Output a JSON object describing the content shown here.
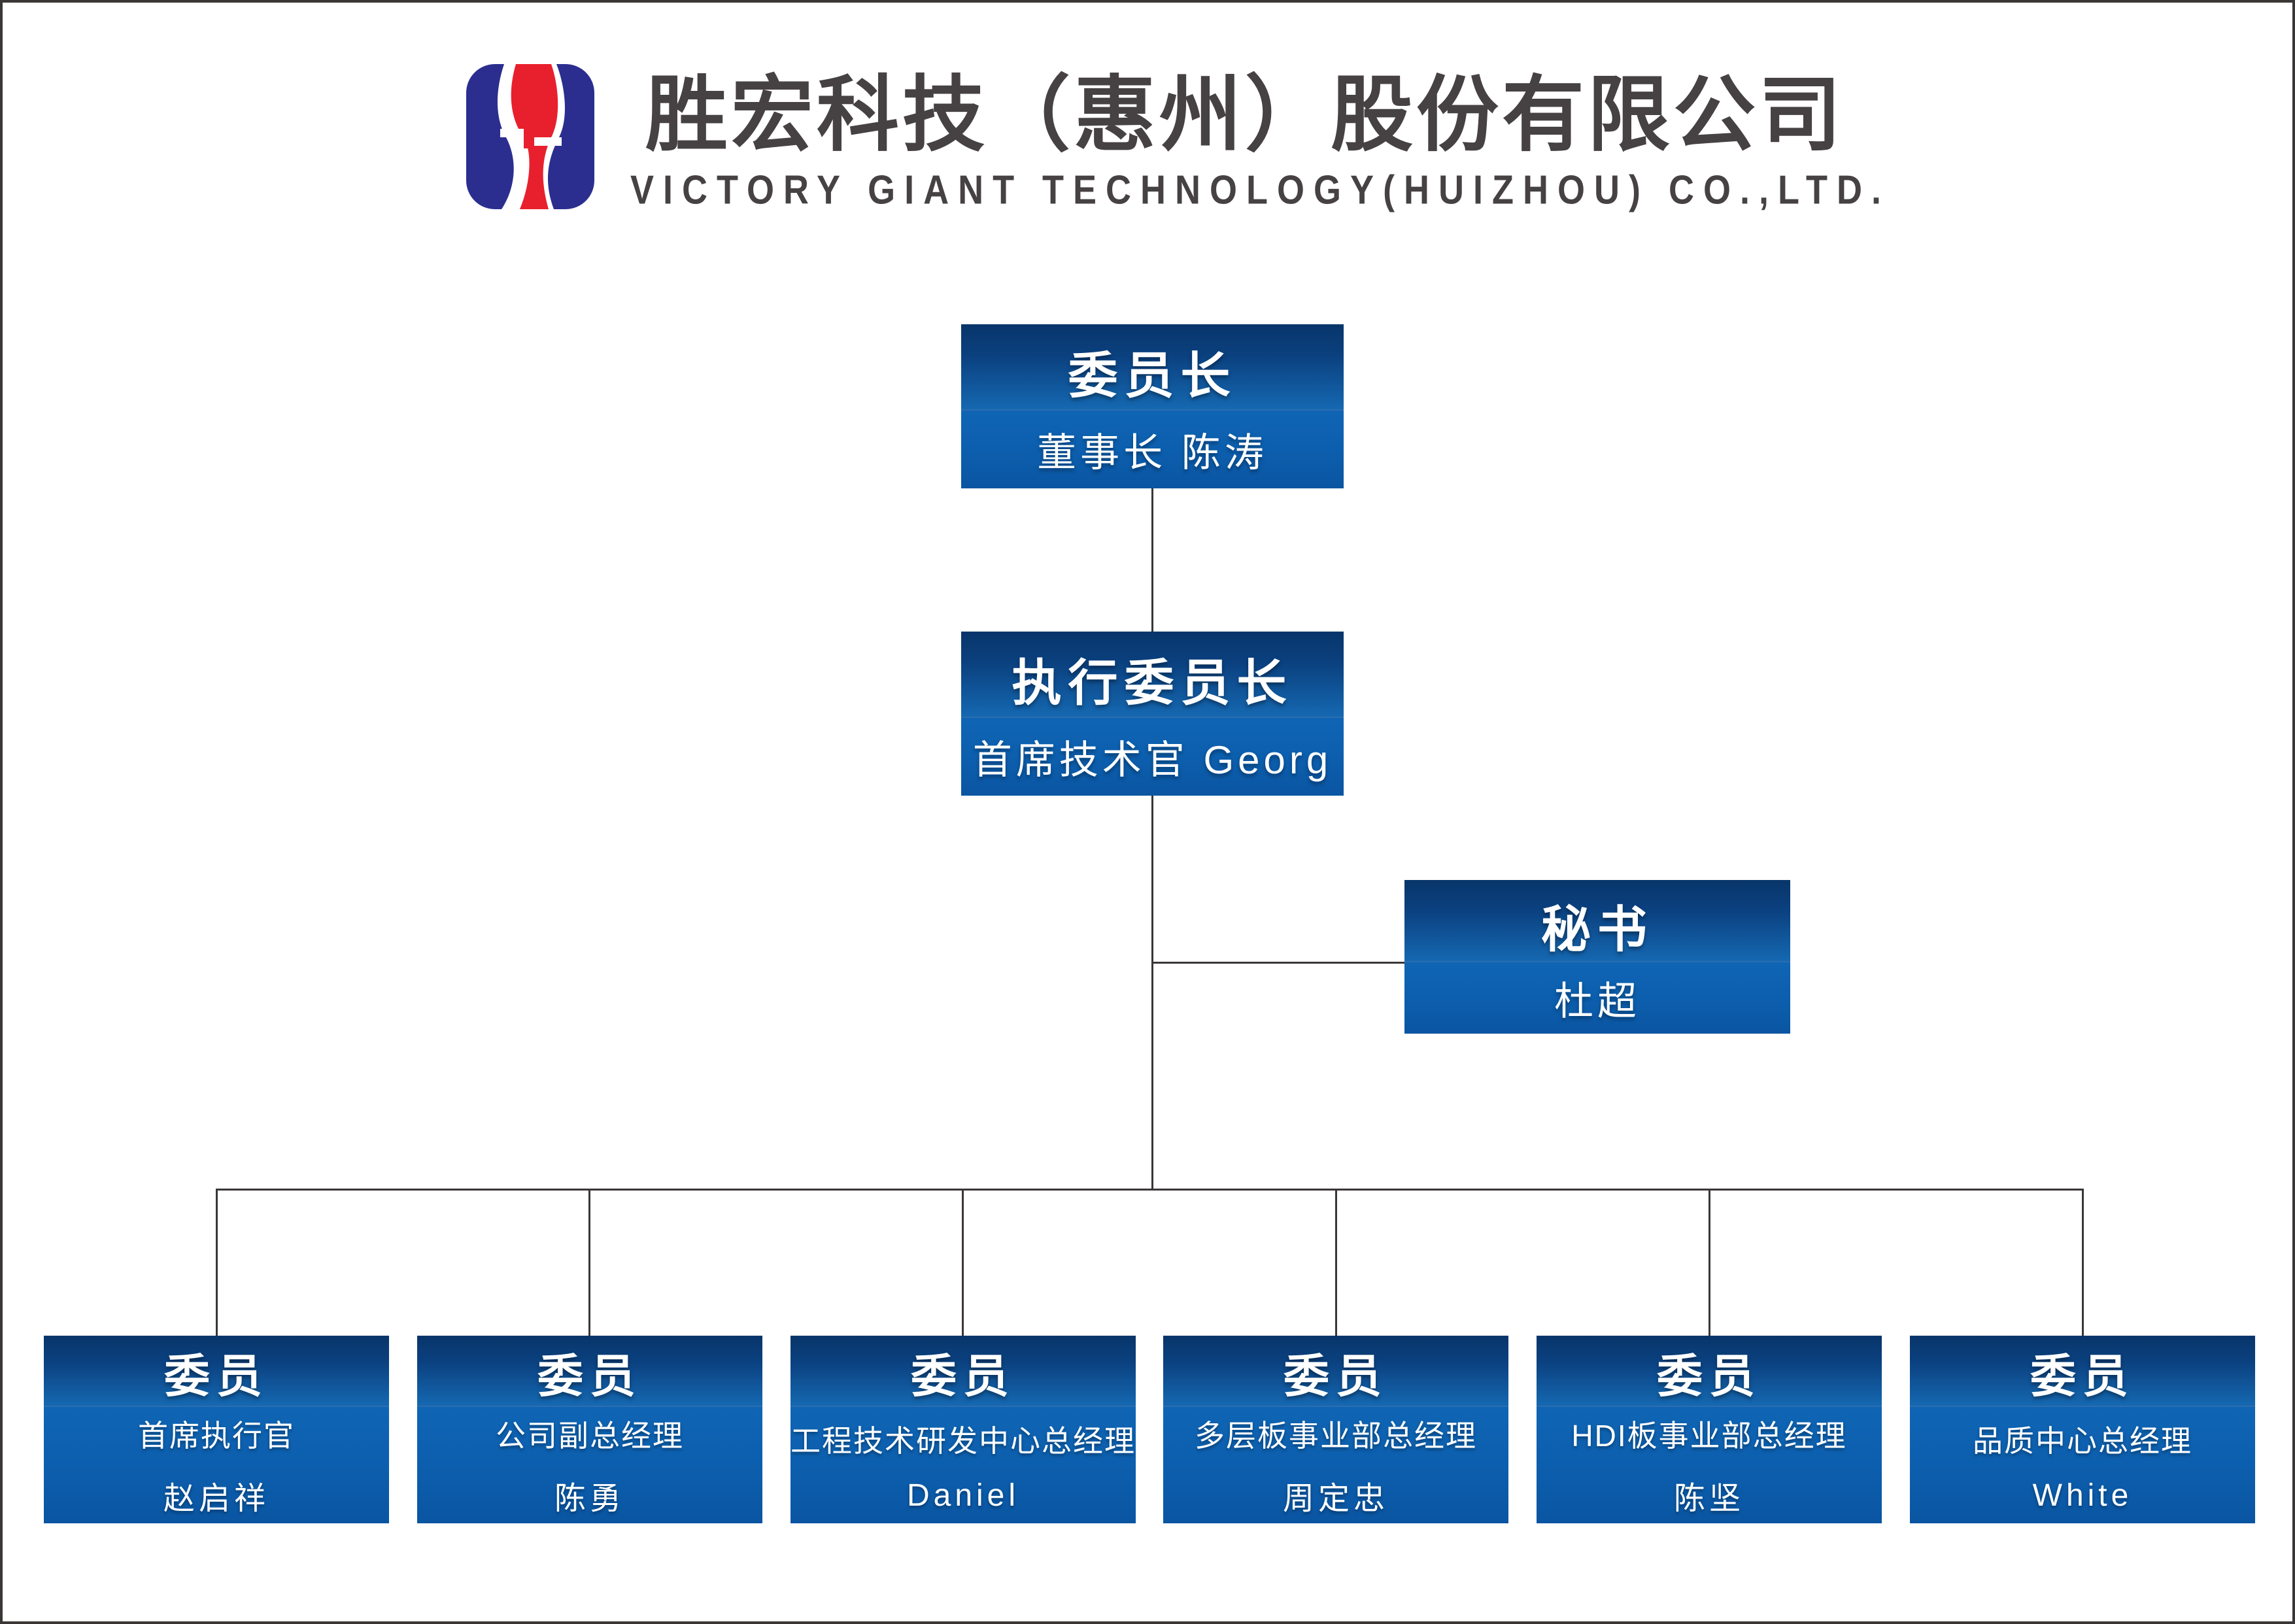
{
  "header": {
    "company_name_zh": "胜宏科技（惠州）股份有限公司",
    "company_name_en": "VICTORY GIANT TECHNOLOGY(HUIZHOU) CO.,LTD.",
    "logo": {
      "icon": "victory-giant-s-logo",
      "blue": "#2b2e8f",
      "red": "#e8202d"
    }
  },
  "org_chart": {
    "chairman": {
      "title": "委员长",
      "subtitle": "董事长 陈涛"
    },
    "executive_chairman": {
      "title": "执行委员长",
      "subtitle": "首席技术官 Georg"
    },
    "secretary": {
      "title": "秘书",
      "subtitle": "杜超"
    },
    "members": [
      {
        "title": "委员",
        "role": "首席执行官",
        "name": "赵启祥"
      },
      {
        "title": "委员",
        "role": "公司副总经理",
        "name": "陈勇"
      },
      {
        "title": "委员",
        "role": "工程技术研发中心总经理",
        "name": "Daniel"
      },
      {
        "title": "委员",
        "role": "多层板事业部总经理",
        "name": "周定忠"
      },
      {
        "title": "委员",
        "role": "HDI板事业部总经理",
        "name": "陈坚"
      },
      {
        "title": "委员",
        "role": "品质中心总经理",
        "name": "White"
      }
    ]
  },
  "colors": {
    "box_gradient_top_dark": "#08356a",
    "box_gradient_top_light": "#1568b1",
    "box_gradient_bottom_light": "#0f65b4",
    "box_gradient_bottom_dark": "#0a55a2",
    "connector_line": "#3b3636",
    "header_text": "#464142",
    "page_border": "#3b3636"
  }
}
